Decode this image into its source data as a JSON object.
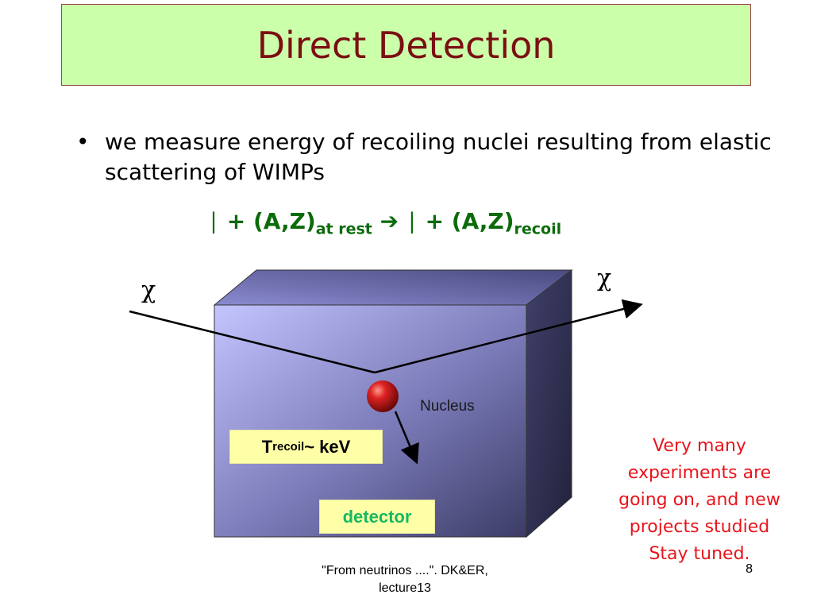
{
  "title": "Direct Detection",
  "bullet": {
    "marker": "•",
    "text": "we measure energy of recoiling nuclei resulting from elastic scattering of WIMPs"
  },
  "equation": {
    "chi1": "",
    "part1": " + (A,Z)",
    "sub1": "at rest",
    "arrow": " ➔ ",
    "chi2": "",
    "part2": " + (A,Z)",
    "sub2": "recoil"
  },
  "diagram": {
    "chi_in": "χ",
    "chi_out": "χ",
    "nucleus_label": "Nucleus",
    "trecoil": {
      "T": "T",
      "sub": "recoil",
      "rest": "~ keV"
    },
    "detector_label": "detector",
    "colors": {
      "box_front_light": "#b9b9f2",
      "box_front_dark": "#4a4a7a",
      "nucleus": "#cc1111",
      "eq_green": "#0b6b0b",
      "detector_text": "#18b860"
    }
  },
  "note": {
    "lines": [
      "Very many",
      "experiments are",
      "going on, and new",
      "projects studied",
      "Stay tuned."
    ]
  },
  "footer": {
    "line1": "\"From neutrinos ....\". DK&ER,",
    "line2": "lecture13",
    "page": "8"
  }
}
